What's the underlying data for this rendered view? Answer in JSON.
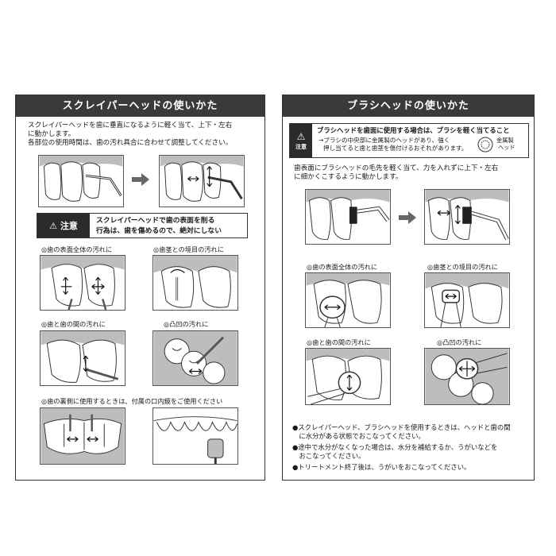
{
  "left": {
    "title": "スクレイパーヘッドの使いかた",
    "intro": [
      "スクレイパーヘッドを歯に垂直になるように軽く当て、上下・左右",
      "に動かします。",
      "各部位の使用時間は、歯の汚れ具合に合わせて調整してください。"
    ],
    "caution_label": "注意",
    "caution_text": [
      "スクレイパーヘッドで歯の表面を削る",
      "行為は、歯を傷めるので、絶対にしない"
    ],
    "captions": {
      "whole": "◎歯の表面全体の汚れに",
      "gum": "◎歯茎との境目の汚れに",
      "between": "◎歯と歯の間の汚れに",
      "bumps": "◎凸凹の汚れに",
      "back": "◎歯の裏側に使用するときは、付属の口内鏡をご使用ください"
    }
  },
  "right": {
    "title": "ブラシヘッドの使いかた",
    "caution_label": "注意",
    "caution_title": "ブラシヘッドを歯面に使用する場合は、ブラシを軽く当てること",
    "caution_lines": [
      "→ブラシの中央部に金属製のヘッドがあり、強く",
      "押し当てると歯と歯茎を傷付けるおそれがあります。"
    ],
    "metal_label": [
      "金属製",
      "ヘッド"
    ],
    "intro": [
      "歯表面にブラシヘッドの毛先を軽く当て、力を入れずに上下・左右",
      "に細かくこするように動かします。"
    ],
    "captions": {
      "whole": "◎歯の表面全体の汚れに",
      "gum": "◎歯茎との境目の汚れに",
      "between": "◎歯と歯の間の汚れに",
      "bumps": "◎凸凹の汚れに"
    },
    "notes": [
      "●スクレイパーヘッド、ブラシヘッドを使用するときは、ヘッドと歯の間",
      "　に水分がある状態でおこなってください。",
      "●途中で水分がなくなった場合は、水分を補給するか、うがいなどを",
      "　おこなってください。",
      "●トリートメント終了後は、うがいをおこなってください。"
    ]
  }
}
